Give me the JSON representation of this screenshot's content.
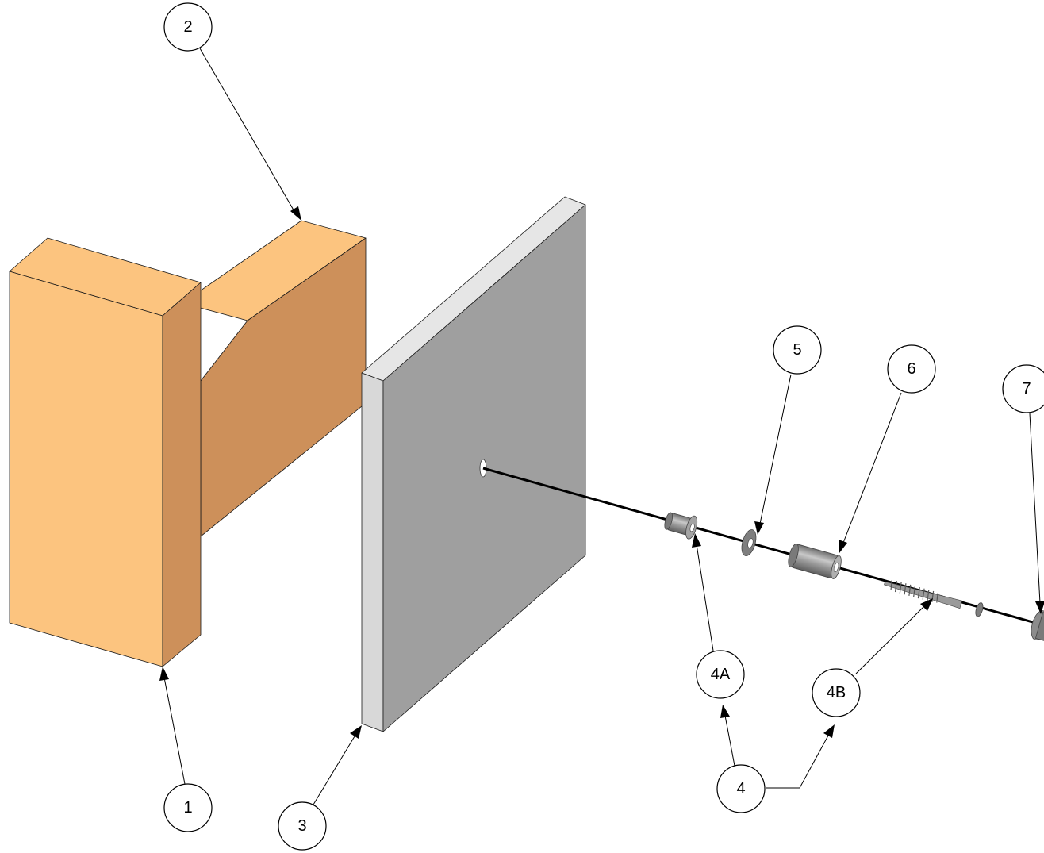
{
  "balloons": {
    "b1": "1",
    "b2": "2",
    "b3": "3",
    "b4": "4",
    "b4a": "4A",
    "b4b": "4B",
    "b5": "5",
    "b6": "6",
    "b7": "7"
  },
  "colors": {
    "wood_light": "#fcc47f",
    "wood_dark": "#cd905a",
    "panel_front": "#9f9f9f",
    "panel_edge": "#d8d8d8",
    "hardware": "#8c8c8c",
    "line": "#000000",
    "background": "#ffffff"
  }
}
